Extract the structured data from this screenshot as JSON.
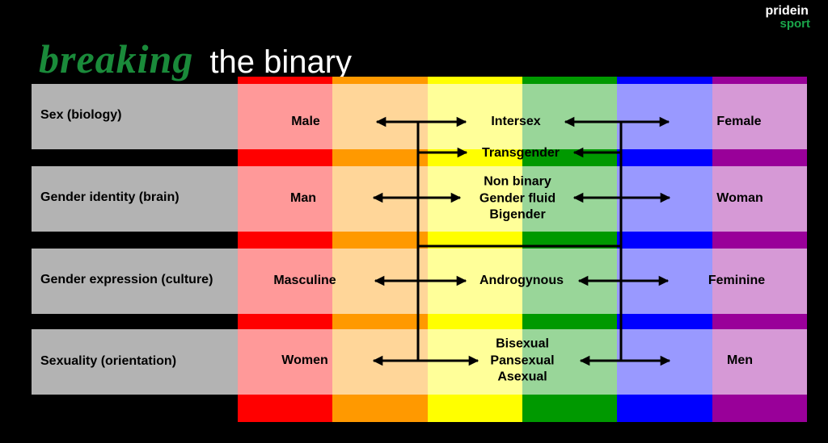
{
  "title": {
    "part1": "breaking",
    "part2": "the binary",
    "part1_color": "#1a8a3a"
  },
  "logo": {
    "line1": "pridein",
    "line2": "sport",
    "line2_color": "#1aa64a"
  },
  "spectrum_colors": [
    "#ff0000",
    "#ff9900",
    "#ffff00",
    "#009900",
    "#0000ff",
    "#990099"
  ],
  "rows": [
    {
      "label": "Sex (biology)",
      "left": "Male",
      "middle": [
        "Intersex"
      ],
      "right": "Female"
    },
    {
      "label": "Gender identity (brain)",
      "left": "Man",
      "middle": [
        "Non binary",
        "Gender fluid",
        "Bigender"
      ],
      "right": "Woman"
    },
    {
      "label": "Gender expression (culture)",
      "left": "Masculine",
      "middle": [
        "Androgynous"
      ],
      "right": "Feminine"
    },
    {
      "label": "Sexuality (orientation)",
      "left": "Women",
      "middle": [
        "Bisexual",
        "Pansexual",
        "Asexual"
      ],
      "right": "Men"
    }
  ],
  "bridge_term": "Transgender"
}
